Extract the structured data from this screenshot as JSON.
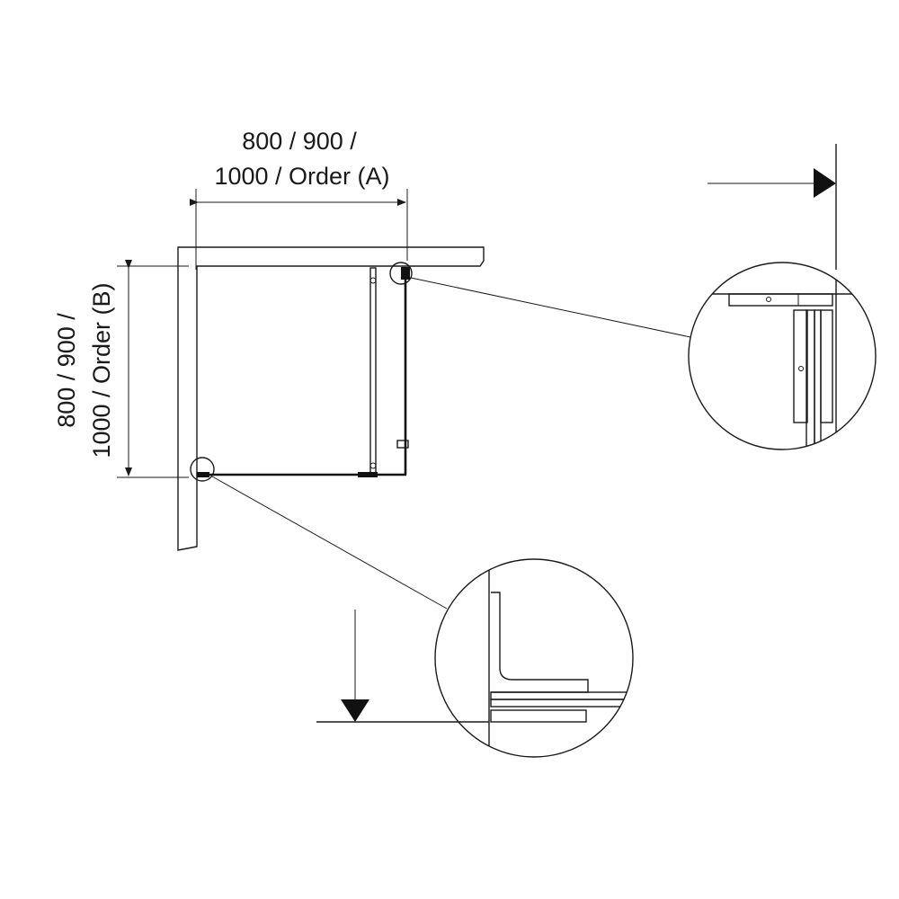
{
  "dimensions": {
    "width_a": {
      "line1": "800 / 900 /",
      "line2": "1000 / Order (A)"
    },
    "depth_b": {
      "line1": "800 / 900 /",
      "line2": "1000 / Order (B)"
    }
  },
  "colors": {
    "line": "#1a1a1a",
    "background": "#ffffff"
  }
}
